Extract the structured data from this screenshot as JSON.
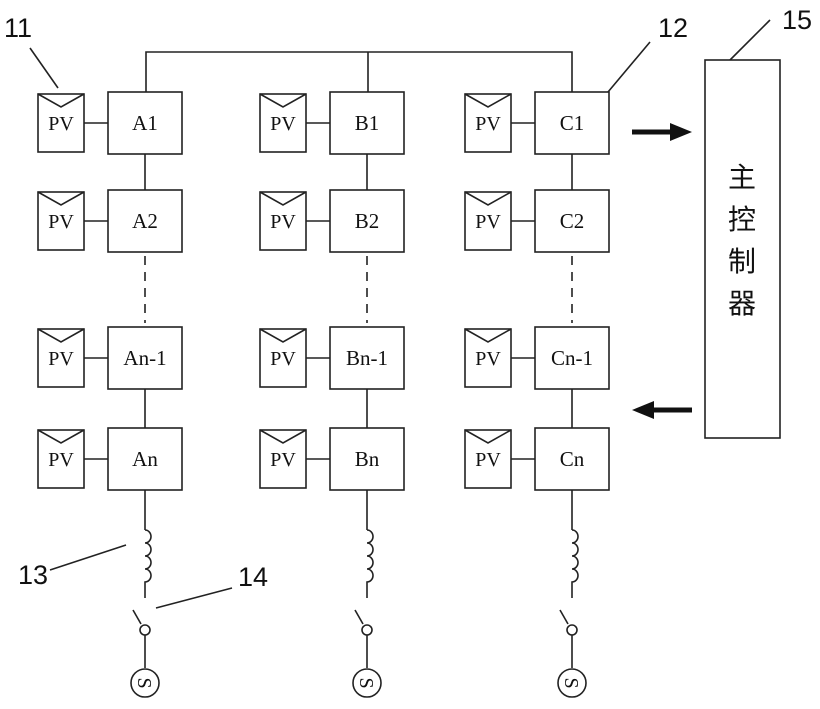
{
  "refs": {
    "r11": "11",
    "r12": "12",
    "r13": "13",
    "r14": "14",
    "r15": "15"
  },
  "pv_label": "PV",
  "controller_label": [
    "主",
    "控",
    "制",
    "器"
  ],
  "source_symbol": "S",
  "columns": [
    {
      "key": "A",
      "modules": [
        "A1",
        "A2",
        "An-1",
        "An"
      ]
    },
    {
      "key": "B",
      "modules": [
        "B1",
        "B2",
        "Bn-1",
        "Bn"
      ]
    },
    {
      "key": "C",
      "modules": [
        "C1",
        "C2",
        "Cn-1",
        "Cn"
      ]
    }
  ]
}
